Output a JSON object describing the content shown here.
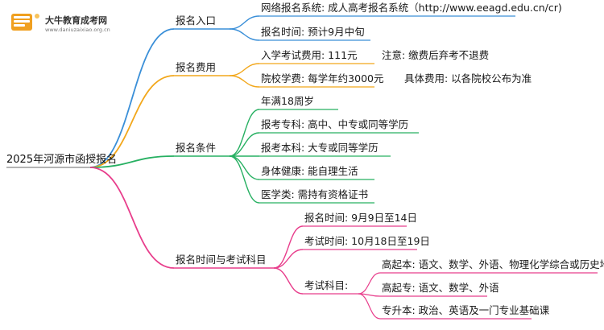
{
  "logo": {
    "title": "大牛教育成考网",
    "url": "www.daniuzaixiao.org.cn",
    "color": "#f0a020"
  },
  "colors": {
    "blue": "#3a8fd8",
    "orange": "#f2a71b",
    "green": "#27b062",
    "pink": "#e83e8c"
  },
  "root": {
    "label": "2025年河源市函授报名"
  },
  "branches": [
    {
      "label": "报名入口",
      "color": "blue",
      "children": [
        {
          "label": "网络报名系统: 成人高考报名系统（http://www.eeagd.edu.cn/cr)"
        },
        {
          "label": "报名时间: 预计9月中旬"
        }
      ]
    },
    {
      "label": "报名费用",
      "color": "orange",
      "children": [
        {
          "label": "入学考试费用: 111元",
          "note": "注意: 缴费后弃考不退费"
        },
        {
          "label": "院校学费: 每学年约3000元",
          "note": "具体费用: 以各院校公布为准"
        }
      ]
    },
    {
      "label": "报名条件",
      "color": "green",
      "children": [
        {
          "label": "年满18周岁"
        },
        {
          "label": "报考专科: 高中、中专或同等学历"
        },
        {
          "label": "报考本科: 大专或同等学历"
        },
        {
          "label": "身体健康: 能自理生活"
        },
        {
          "label": "医学类: 需持有资格证书"
        }
      ]
    },
    {
      "label": "报名时间与考试科目",
      "color": "pink",
      "children": [
        {
          "label": "报名时间: 9月9日至14日"
        },
        {
          "label": "考试时间: 10月18日至19日"
        },
        {
          "label": "考试科目:",
          "children": [
            {
              "label": "高起本: 语文、数学、外语、物理化学综合或历史地理综合"
            },
            {
              "label": "高起专: 语文、数学、外语"
            },
            {
              "label": "专升本: 政治、英语及一门专业基础课"
            }
          ]
        }
      ]
    }
  ]
}
